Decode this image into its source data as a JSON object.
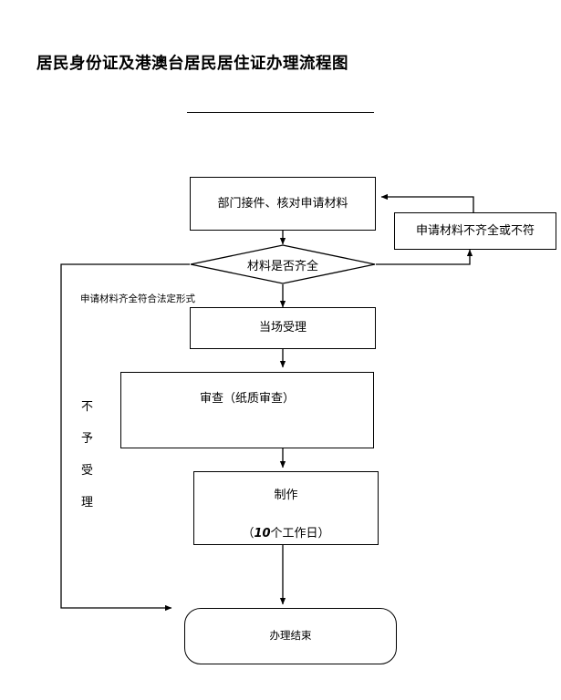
{
  "document": {
    "title": "居民身份证及港澳台居民居住证办理流程图",
    "has_title_underline": true
  },
  "chart_style": {
    "line_color": "#000000",
    "fill_color": "#ffffff",
    "background": "#ffffff"
  },
  "flowchart": {
    "nodes": [
      {
        "id": "receive",
        "shape": "rectangle",
        "label": "部门接件、核对申请材料"
      },
      {
        "id": "incomplete",
        "shape": "rectangle",
        "label": "申请材料不齐全或不符"
      },
      {
        "id": "decision",
        "shape": "diamond",
        "label": "材料是否齐全"
      },
      {
        "id": "accept",
        "shape": "rectangle",
        "label": "当场受理"
      },
      {
        "id": "review",
        "shape": "rectangle",
        "label": "审查（纸质审查）"
      },
      {
        "id": "produce",
        "shape": "rectangle",
        "label_line1": "制作",
        "label_line2_prefix": "（",
        "label_line2_number": "10",
        "label_line2_suffix": "个工作日）"
      },
      {
        "id": "finish",
        "shape": "rounded-rectangle",
        "label": "办理结束"
      }
    ],
    "edge_labels": [
      {
        "id": "yes-branch",
        "text": "申请材料齐全符合法定形式"
      }
    ],
    "vertical_labels": [
      {
        "id": "reject-branch",
        "chars": [
          "不",
          "予",
          "受",
          "理"
        ]
      }
    ]
  }
}
